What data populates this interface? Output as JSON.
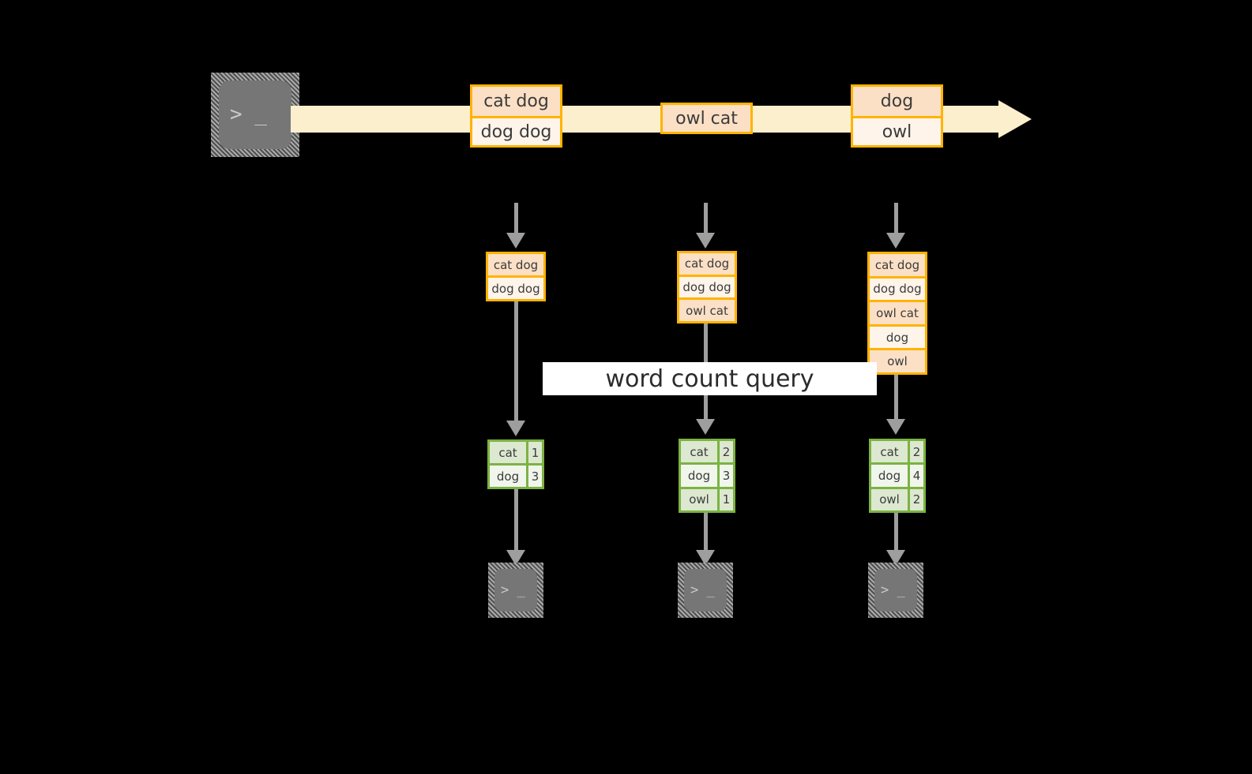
{
  "diagram": {
    "title_label": "word count query",
    "colors": {
      "stream_band": "#FCEFCD",
      "record_border": "#FFB300",
      "record_fill_dark": "#FBE0C6",
      "record_fill_light": "#FEF4EA",
      "result_border": "#7BB342",
      "result_fill_dark": "#DCE8D0",
      "result_fill_light": "#F1F6EC",
      "arrow": "#9E9E9E",
      "terminal_body": "#767676",
      "background": "#000000"
    },
    "source_terminal": {
      "icon": "terminal-prompt-icon",
      "prompt": "> _"
    },
    "stream": {
      "icon": "right-arrow-stream",
      "groups": [
        {
          "id": "g1",
          "rows": [
            "cat dog",
            "dog dog"
          ]
        },
        {
          "id": "g2",
          "rows": [
            "owl cat"
          ]
        },
        {
          "id": "g3",
          "rows": [
            "dog",
            "owl"
          ]
        }
      ]
    },
    "snapshots": [
      {
        "id": "s1",
        "rows": [
          "cat dog",
          "dog dog"
        ]
      },
      {
        "id": "s2",
        "rows": [
          "cat dog",
          "dog dog",
          "owl cat"
        ]
      },
      {
        "id": "s3",
        "rows": [
          "cat dog",
          "dog dog",
          "owl cat",
          "dog",
          "owl"
        ]
      }
    ],
    "results": [
      {
        "id": "r1",
        "rows": [
          {
            "word": "cat",
            "count": "1"
          },
          {
            "word": "dog",
            "count": "3"
          }
        ]
      },
      {
        "id": "r2",
        "rows": [
          {
            "word": "cat",
            "count": "2"
          },
          {
            "word": "dog",
            "count": "3"
          },
          {
            "word": "owl",
            "count": "1"
          }
        ]
      },
      {
        "id": "r3",
        "rows": [
          {
            "word": "cat",
            "count": "2"
          },
          {
            "word": "dog",
            "count": "4"
          },
          {
            "word": "owl",
            "count": "2"
          }
        ]
      }
    ],
    "sink_terminals": [
      {
        "id": "t1",
        "icon": "terminal-prompt-icon",
        "prompt": "> _"
      },
      {
        "id": "t2",
        "icon": "terminal-prompt-icon",
        "prompt": "> _"
      },
      {
        "id": "t3",
        "icon": "terminal-prompt-icon",
        "prompt": "> _"
      }
    ]
  }
}
